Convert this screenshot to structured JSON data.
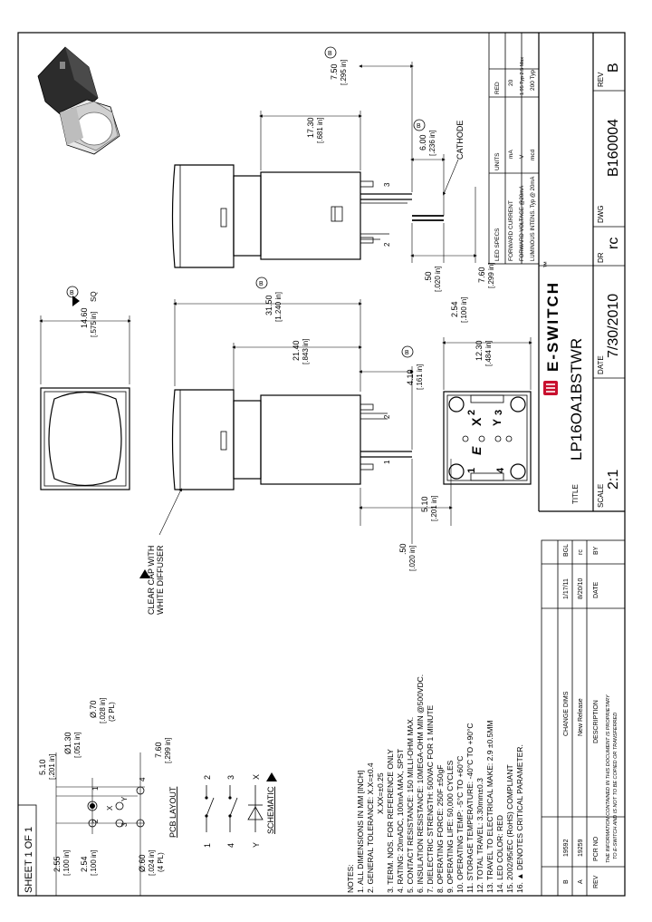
{
  "sheet": {
    "sheet_of": "SHEET 1 OF 1",
    "company": "E-SWITCH",
    "trademark": "™"
  },
  "title_block": {
    "title_label": "TITLE",
    "title": "LP16OA1BSTWR",
    "scale_label": "SCALE",
    "scale": "2:1",
    "date_label": "DATE",
    "date": "7/30/2010",
    "dr_label": "DR",
    "dr": "rc",
    "dwg_label": "DWG",
    "dwg": "B160004",
    "rev_label": "REV",
    "rev": "B"
  },
  "led_table": {
    "headers": [
      "LED SPECS",
      "UNITS",
      "RED"
    ],
    "rows": [
      [
        "FORWARD CURRENT",
        "mA",
        "20"
      ],
      [
        "FORWARD VOLTAGE @20mA",
        "V",
        "1.95 Typ 2.5 Max"
      ],
      [
        "LUMINOUS INTENS. Typ @ 20mA",
        "mcd",
        "200 Typ"
      ]
    ]
  },
  "revisions": {
    "headers": [
      "REV",
      "PCR NO",
      "DESCRIPTION",
      "DATE",
      "BY"
    ],
    "rows": [
      [
        "B",
        "19592",
        "CHANGE DIMS",
        "1/17/11",
        "BGL"
      ],
      [
        "A",
        "19259",
        "New Release",
        "8/20/10",
        "rc"
      ]
    ],
    "proprietary": [
      "THE INFORMATION CONTAINED IN THIS DOCUMENT IS PROPRIETARY",
      "TO E-SWITCH AND IS NOT TO BE COPIED OR TRANSFERRED"
    ]
  },
  "notes": {
    "heading": "NOTES:",
    "items": [
      "1. ALL DIMENSIONS IN MM [INCH]",
      "2. GENERAL TOLERANCE: X.X=±0.4",
      "X.XX=±0.25",
      "3. TERM. NOS. FOR REFERENCE ONLY",
      "4. RATING: 20mADC, 100mA MAX, SPST",
      "5. CONTACT RESISTANCE: 150 MILLI-OHM MAX.",
      "6. INSULATION RESISTANCE: 10MEGA-OHM MIN @500VDC.",
      "7. DIELECTRIC STRENGTH: 500VAC FOR 1 MINUTE",
      "8. OPERATING FORCE: 250F ±50gF",
      "9. OPERATING LIFE: 50,000 CYCLES",
      "10. OPERATING TEMP: -5°C TO +60°C",
      "11. STORAGE TEMPERATURE: -40°C TO +90°C",
      "12. TOTAL TRAVEL: 3.30mm±0.3",
      "13. TRAVEL TO ELECTRICAL MAKE: 2.9 ±0.5MM",
      "14. LED COLOR: RED",
      "15. 2002/95/EC (RoHS) COMPLIANT",
      "16. ▲ DENOTES CRITICAL PARAMETER."
    ]
  },
  "labels": {
    "pcb_layout": "PCB LAYOUT",
    "schematic": "SCHEMATIC",
    "clear_cap_1": "CLEAR CAP WITH",
    "clear_cap_2": "WHITE DIFFUSER",
    "cathode": "CATHODE",
    "sq": "SQ"
  },
  "dimensions": {
    "d_14_60": "14.60",
    "d_14_60_in": "[.575 in]",
    "d_31_50": "31.50",
    "d_31_50_in": "[1.240 in]",
    "d_21_40": "21.40",
    "d_21_40_in": "[.843 in]",
    "d_17_30": "17.30",
    "d_17_30_in": "[.681 in]",
    "d_7_50": "7.50",
    "d_7_50_in": "[.295 in]",
    "d_6_00": "6.00",
    "d_6_00_in": "[.236 in]",
    "d_4_10": "4.10",
    "d_4_10_in": "[.161 in]",
    "d_12_30": "12.30",
    "d_12_30_in": "[.484 in]",
    "d_2_54": "2.54",
    "d_2_54_in": "[.100 in]",
    "d_0_50a": ".50",
    "d_0_50a_in": "[.020 in]",
    "d_7_60": "7.60",
    "d_7_60_in": "[.299 in]",
    "d_5_10": "5.10",
    "d_5_10_in": "[.201 in]",
    "d_0_50b": ".50",
    "d_0_50b_in": "[.020 in]",
    "pcb_5_10": "5.10",
    "pcb_5_10_in": "[.201 in]",
    "pcb_1_30": "Ø1.30",
    "pcb_1_30_in": "[.051 in]",
    "pcb_0_70": "Ø.70",
    "pcb_0_70_in": "[.028 in]",
    "pcb_0_70_n": "(2 PL)",
    "pcb_7_60": "7.60",
    "pcb_7_60_in": "[.299 in]",
    "pcb_2_55": "2.55",
    "pcb_2_55_in": "[.100 in]",
    "pcb_2_54": "2.54",
    "pcb_2_54_in": "[.100 in]",
    "pcb_0_60": "Ø.60",
    "pcb_0_60_in": "[.024 in]",
    "pcb_0_60_n": "(4 PL)"
  },
  "critical_marks": {
    "b": "B"
  },
  "pin_labels": {
    "p1": "1",
    "p2": "2",
    "p3": "3",
    "p4": "4",
    "x": "X",
    "y": "Y",
    "e": "E"
  }
}
